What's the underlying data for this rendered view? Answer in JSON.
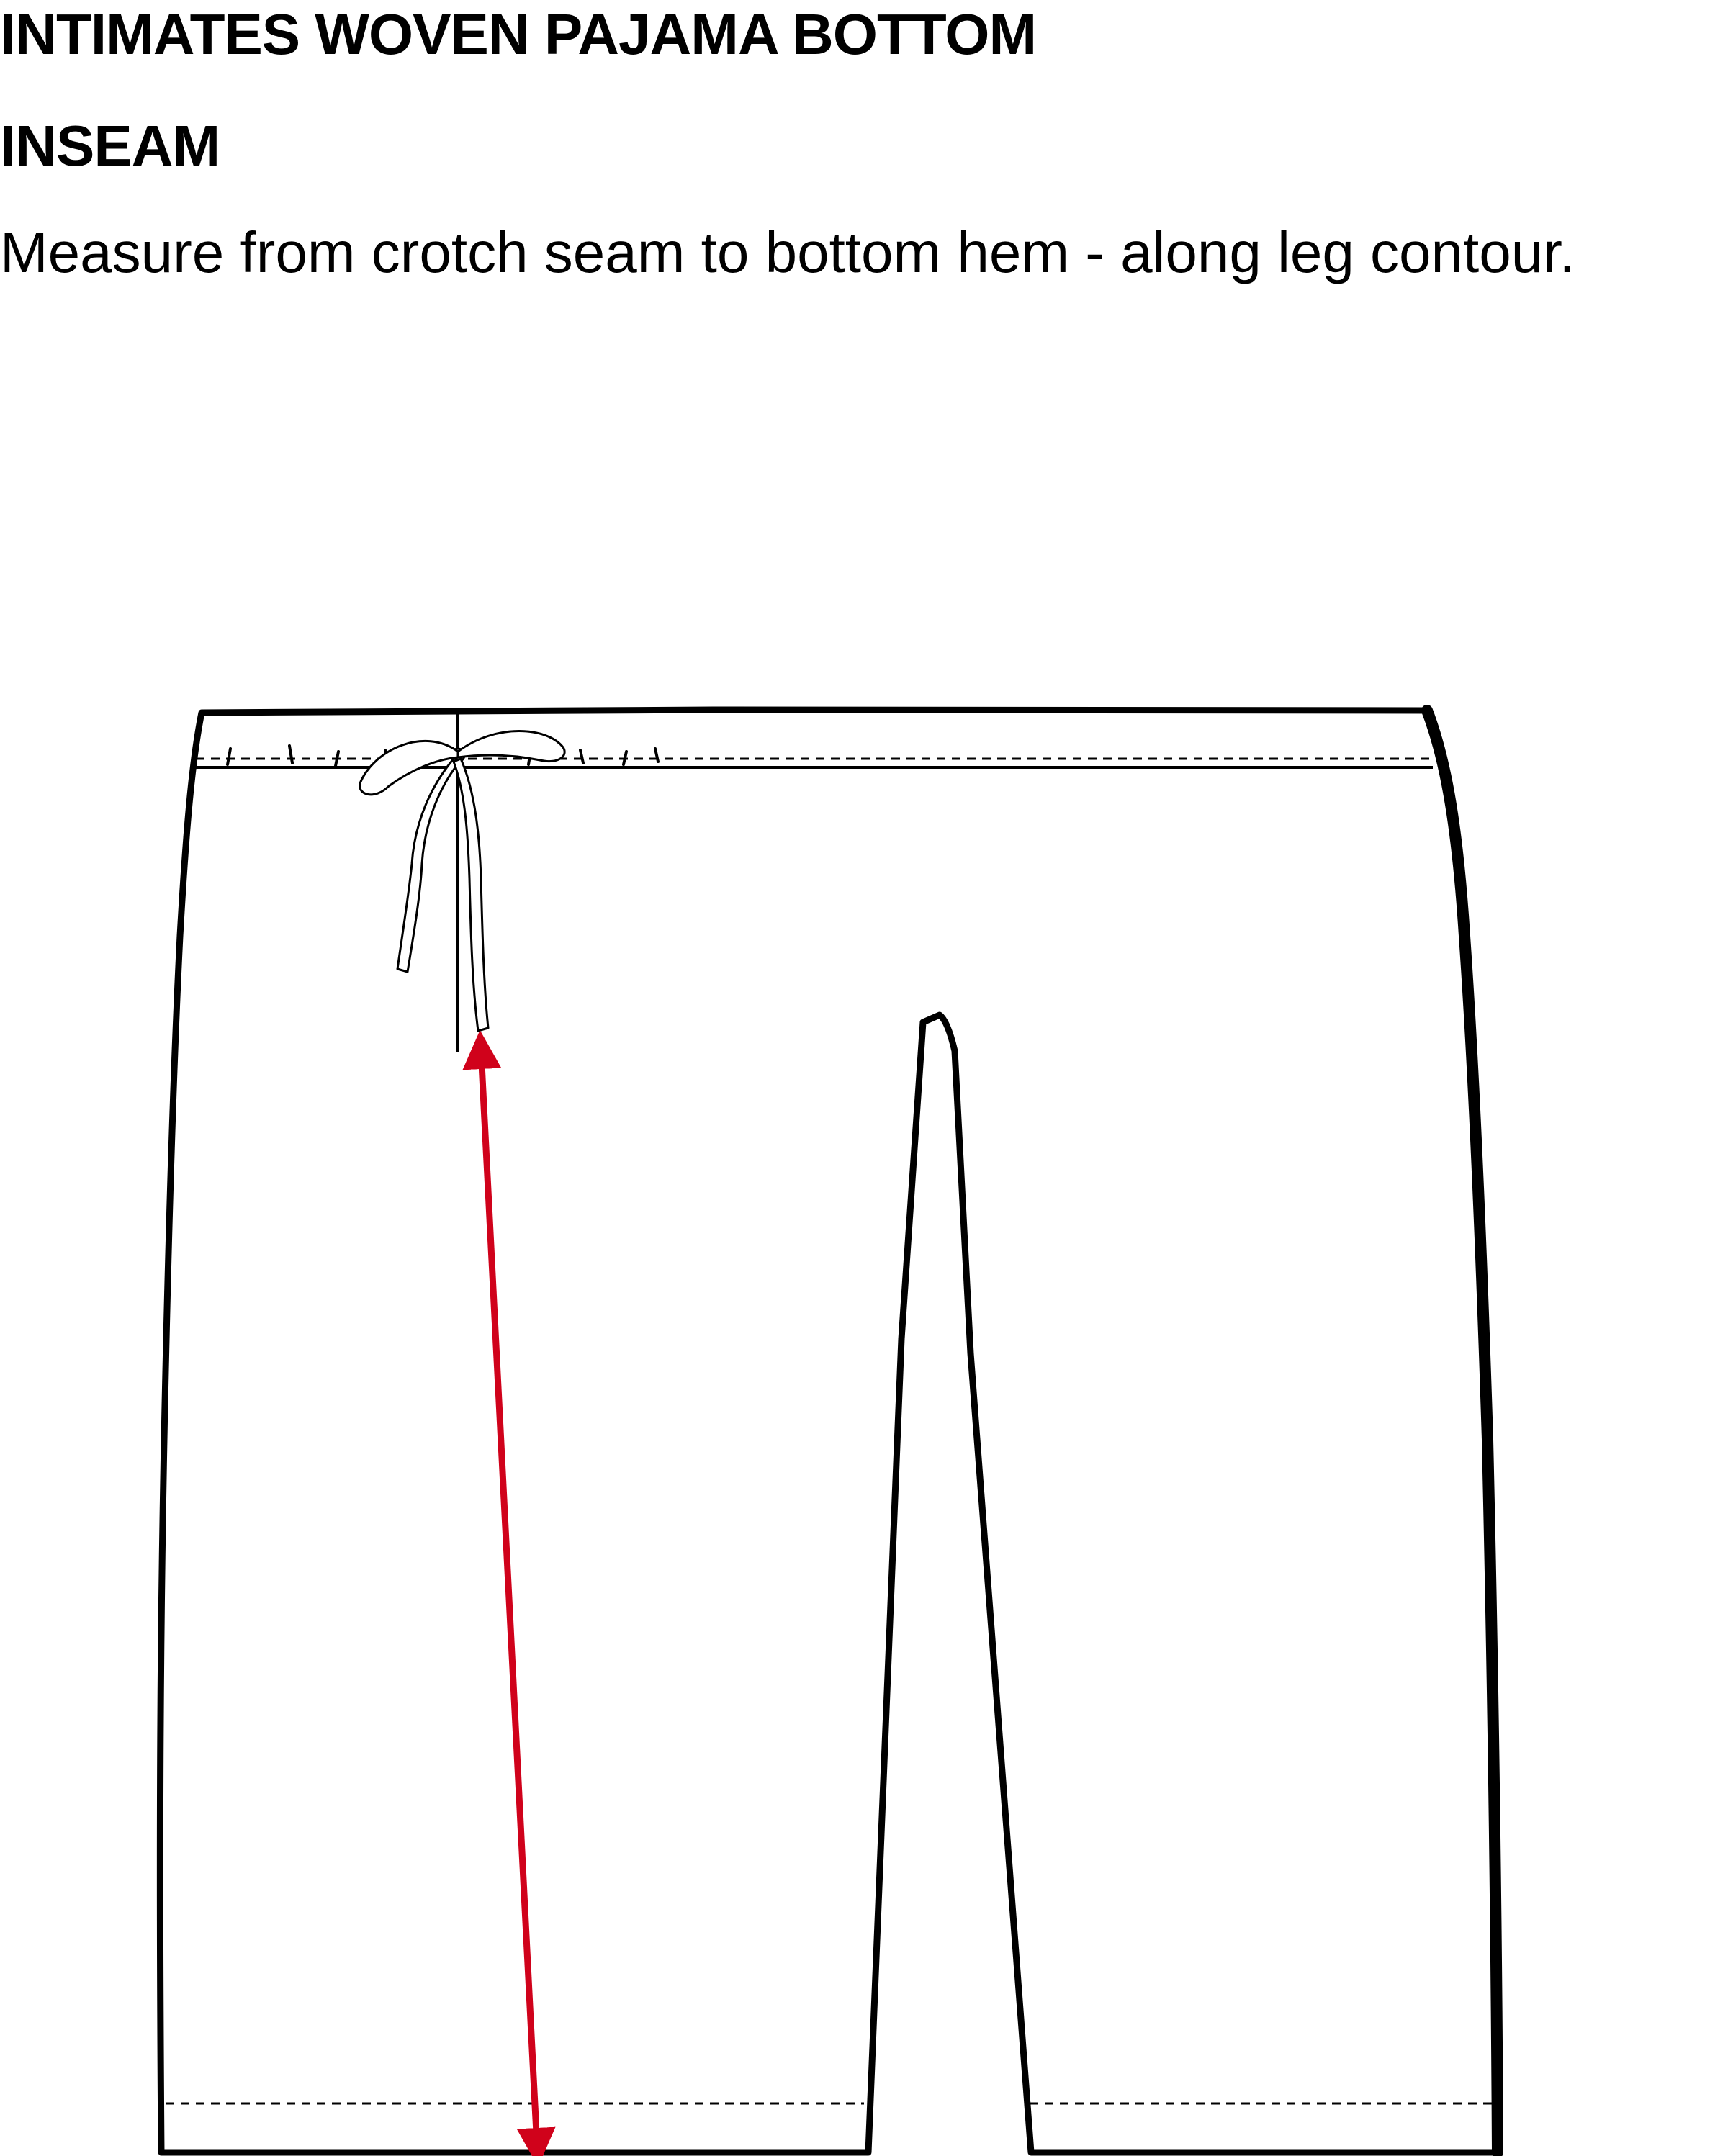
{
  "header": {
    "title": "INTIMATES WOVEN PAJAMA BOTTOM",
    "subtitle": "INSEAM",
    "instruction": "Measure from crotch seam to bottom hem - along leg contour."
  },
  "diagram": {
    "garment_icon": "pajama-bottom-flat-sketch",
    "measurement": "inseam",
    "arrow_color": "#d0021b",
    "line_color": "#000000"
  }
}
